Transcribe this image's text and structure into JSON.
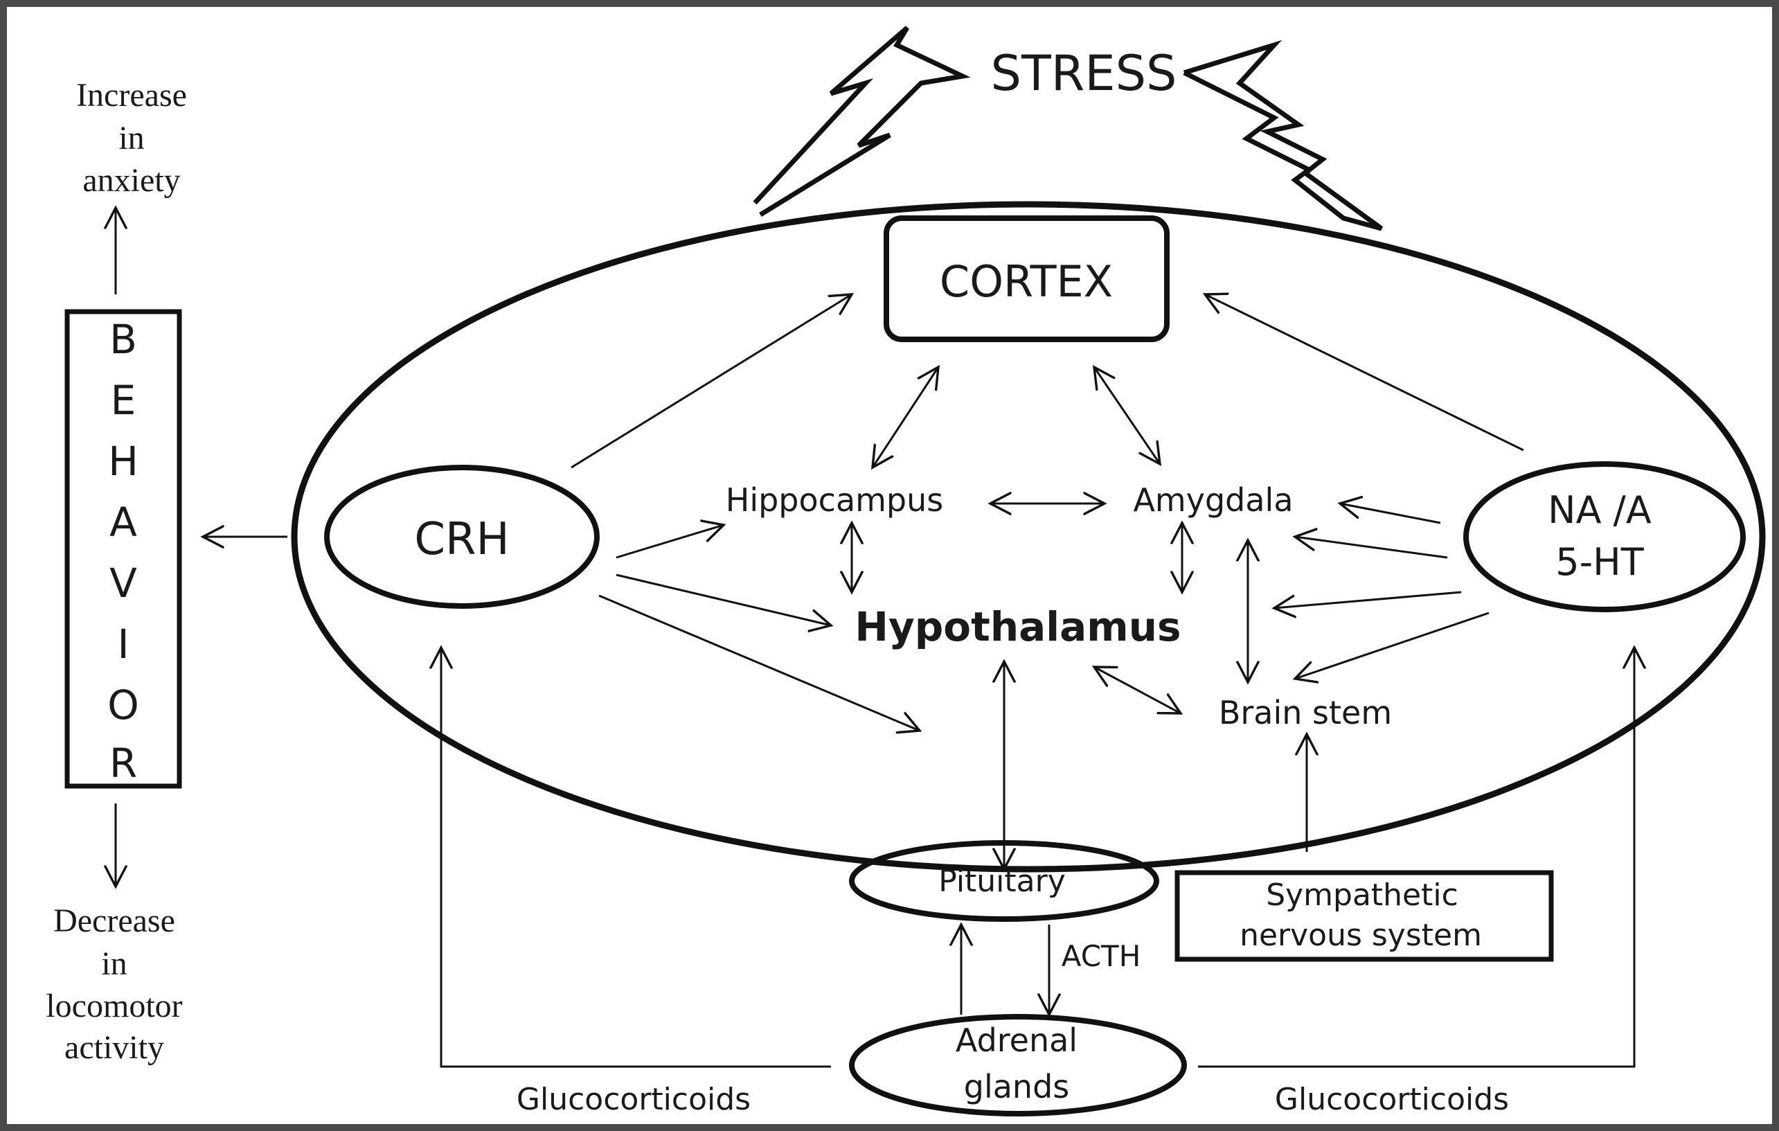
{
  "title": "STRESS",
  "nodes": {
    "cortex": "CORTEX",
    "crh": "CRH",
    "na_a": "NA /A",
    "ht5": "5-HT",
    "hippocampus": "Hippocampus",
    "amygdala": "Amygdala",
    "hypothalamus": "Hypothalamus",
    "brain_stem": "Brain stem",
    "pituitary": "Pituitary",
    "adrenal_1": "Adrenal",
    "adrenal_2": "glands",
    "sns_1": "Sympathetic",
    "sns_2": "nervous system"
  },
  "edge_labels": {
    "acth": "ACTH",
    "gluco_left": "Glucocorticoids",
    "gluco_right": "Glucocorticoids"
  },
  "behavior": {
    "letters": [
      "B",
      "E",
      "H",
      "A",
      "V",
      "I",
      "O",
      "R"
    ],
    "increase": [
      "Increase",
      "in",
      "anxiety"
    ],
    "decrease": [
      "Decrease",
      "in",
      "locomotor",
      "activity"
    ]
  }
}
